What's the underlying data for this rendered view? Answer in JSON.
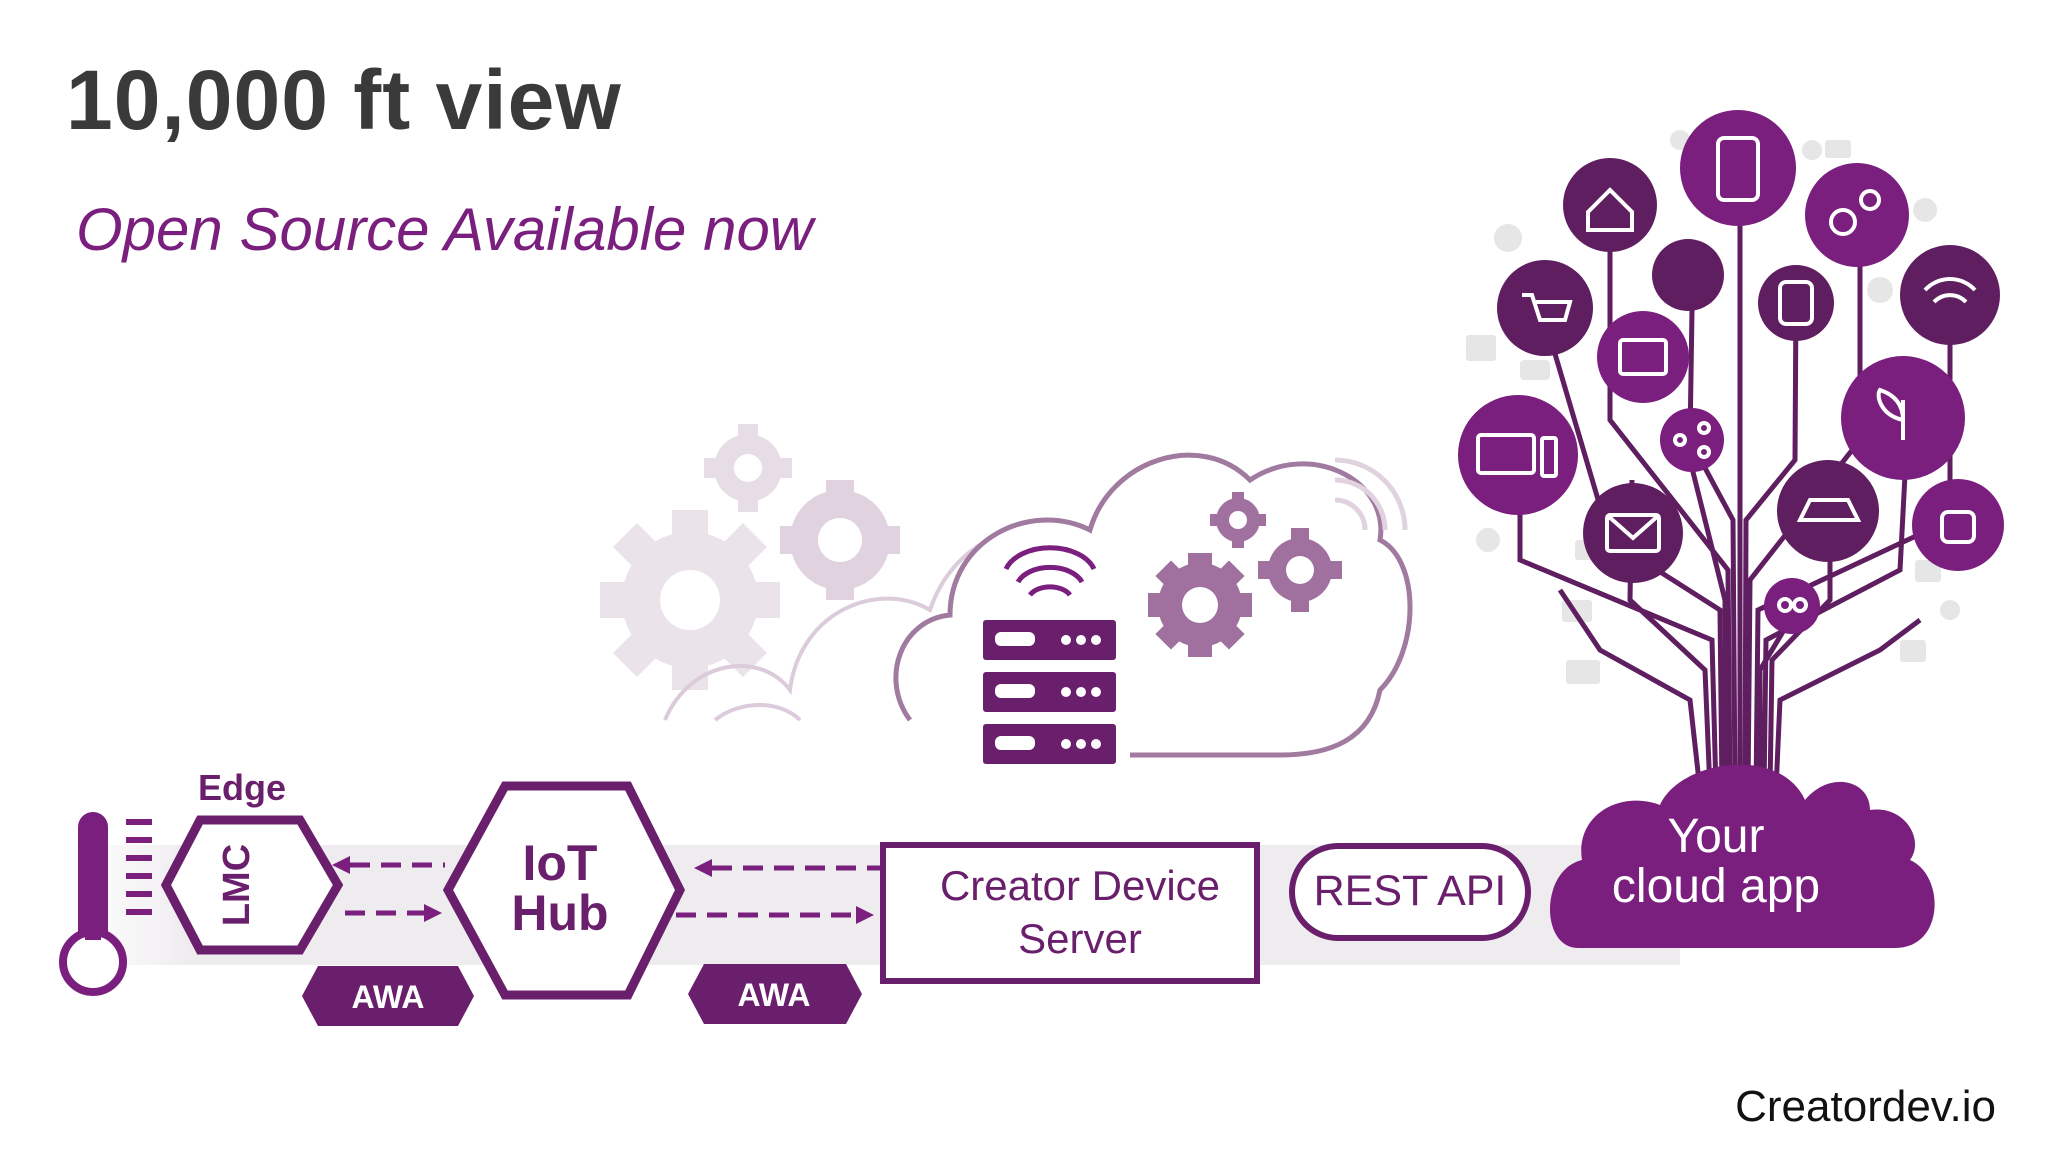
{
  "slide": {
    "title": "10,000 ft view",
    "subtitle": "Open Source Available now",
    "footer": "Creatordev.io"
  },
  "diagram": {
    "edge_label": "Edge",
    "lmc_label": "LMC",
    "iot_hub_line1": "IoT",
    "iot_hub_line2": "Hub",
    "awa_left": "AWA",
    "awa_right": "AWA",
    "creator_line1": "Creator Device",
    "creator_line2": "Server",
    "rest_api": "REST API",
    "cloud_line1": "Your",
    "cloud_line2": "cloud app"
  },
  "colors": {
    "brand_purple": "#7a1f7e",
    "dark_purple": "#5e1e5f",
    "light_gear": "#e7dde6",
    "title_gray": "#3a3a3a"
  },
  "tree_icons": [
    "home-icon",
    "phone-icon",
    "gears-icon",
    "cart-icon",
    "satellite-icon",
    "watch-icon",
    "wifi-icon",
    "code-icon",
    "computer-icon",
    "share-icon",
    "plant-icon",
    "mail-icon",
    "car-icon",
    "people-icon",
    "kettle-icon"
  ]
}
